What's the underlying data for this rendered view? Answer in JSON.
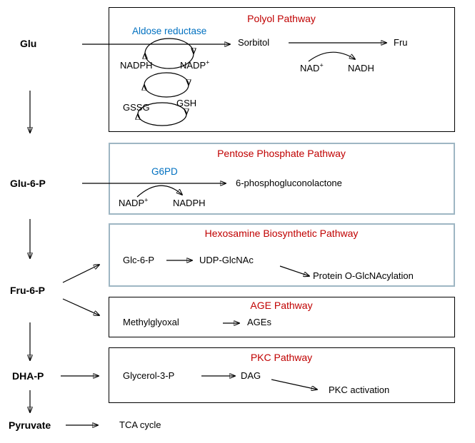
{
  "colors": {
    "pathway_title_red": "#C00000",
    "enzyme_blue": "#0070C0",
    "teal_box_border": "#9EB6C3",
    "black_box_border": "#000000"
  },
  "glycolysis": {
    "glu": "Glu",
    "glu_6_p": "Glu-6-P",
    "fru_6_p": "Fru-6-P",
    "dha_p": "DHA-P",
    "pyruvate": "Pyruvate",
    "tca_cycle": "TCA cycle"
  },
  "polyol": {
    "title": "Polyol Pathway",
    "enzyme": "Aldose reductase",
    "sorbitol": "Sorbitol",
    "fru": "Fru",
    "nadph": "NADPH",
    "nadp": {
      "base": "NADP",
      "sup": "+"
    },
    "nad": {
      "base": "NAD",
      "sup": "+"
    },
    "nadh": "NADH",
    "gssg": "GSSG",
    "gsh": "GSH"
  },
  "pentose": {
    "title": "Pentose Phosphate Pathway",
    "enzyme": "G6PD",
    "product": "6-phosphogluconolactone",
    "nadp": {
      "base": "NADP",
      "sup": "+"
    },
    "nadph": "NADPH"
  },
  "hexosamine": {
    "title": "Hexosamine Biosynthetic Pathway",
    "glc_6_p": "Glc-6-P",
    "udp_glcnac": "UDP-GlcNAc",
    "product": "Protein O-GlcNAcylation"
  },
  "age": {
    "title": "AGE Pathway",
    "methylglyoxal": "Methylglyoxal",
    "ages": "AGEs"
  },
  "pkc": {
    "title": "PKC Pathway",
    "glycerol_3_p": "Glycerol-3-P",
    "dag": "DAG",
    "product": "PKC activation"
  }
}
